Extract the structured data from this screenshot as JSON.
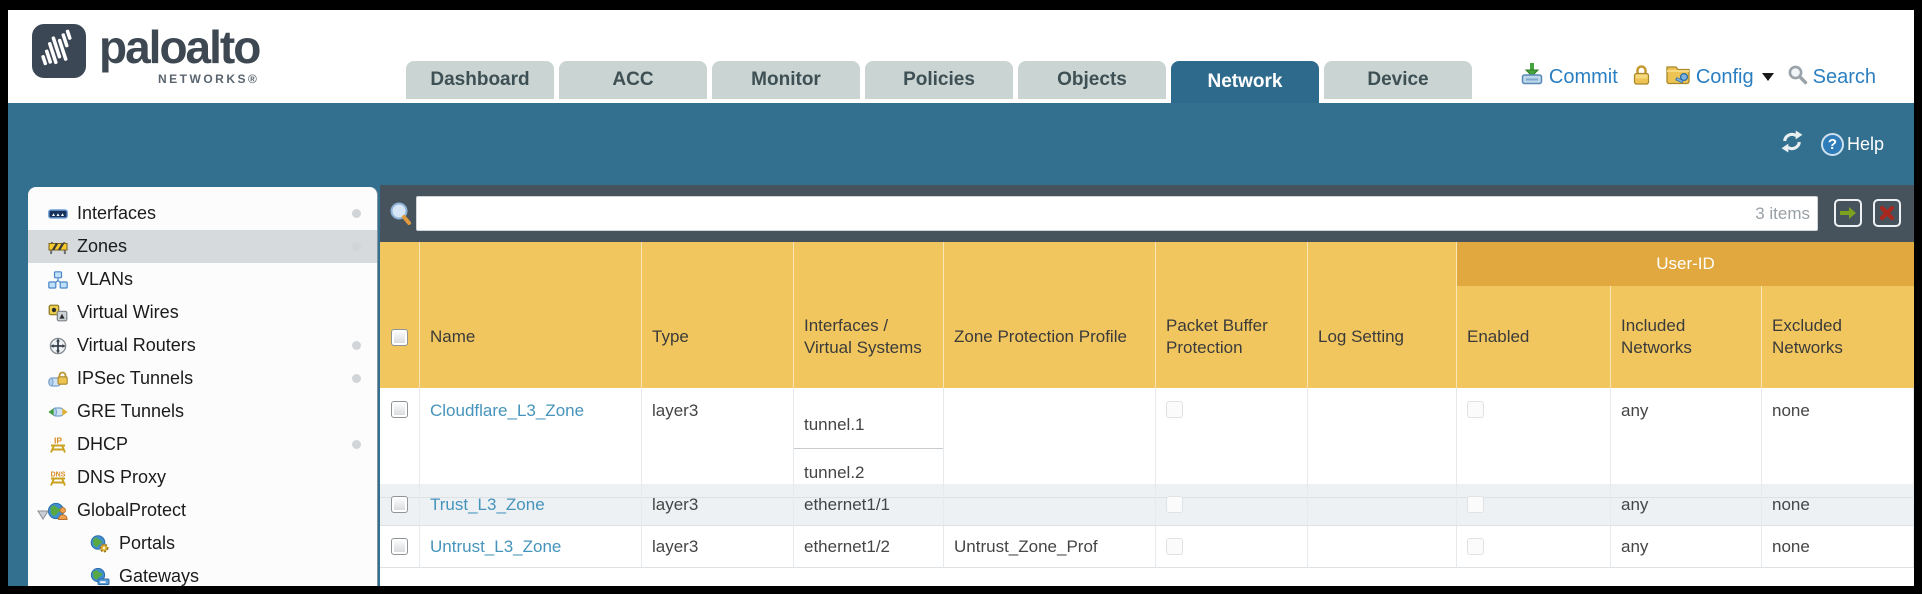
{
  "header": {
    "logo": {
      "brand": "paloalto",
      "sub": "NETWORKS®"
    },
    "tabs": [
      {
        "label": "Dashboard",
        "active": false
      },
      {
        "label": "ACC",
        "active": false
      },
      {
        "label": "Monitor",
        "active": false
      },
      {
        "label": "Policies",
        "active": false
      },
      {
        "label": "Objects",
        "active": false
      },
      {
        "label": "Network",
        "active": true
      },
      {
        "label": "Device",
        "active": false
      }
    ],
    "actions": {
      "commit": "Commit",
      "config": "Config",
      "search": "Search"
    }
  },
  "toolbar": {
    "help_label": "Help",
    "help_glyph": "?"
  },
  "sidebar": {
    "items": [
      {
        "label": "Interfaces",
        "icon": "interfaces-icon",
        "selected": false,
        "dot": true
      },
      {
        "label": "Zones",
        "icon": "zones-icon",
        "selected": true,
        "dot": true
      },
      {
        "label": "VLANs",
        "icon": "vlans-icon",
        "selected": false,
        "dot": false
      },
      {
        "label": "Virtual Wires",
        "icon": "virtual-wires-icon",
        "selected": false,
        "dot": false
      },
      {
        "label": "Virtual Routers",
        "icon": "virtual-routers-icon",
        "selected": false,
        "dot": true
      },
      {
        "label": "IPSec Tunnels",
        "icon": "ipsec-tunnels-icon",
        "selected": false,
        "dot": true
      },
      {
        "label": "GRE Tunnels",
        "icon": "gre-tunnels-icon",
        "selected": false,
        "dot": false
      },
      {
        "label": "DHCP",
        "icon": "dhcp-icon",
        "selected": false,
        "dot": true
      },
      {
        "label": "DNS Proxy",
        "icon": "dns-proxy-icon",
        "selected": false,
        "dot": true
      },
      {
        "label": "GlobalProtect",
        "icon": "globalprotect-icon",
        "selected": false,
        "dot": false,
        "expanded": true
      },
      {
        "label": "Portals",
        "icon": "portals-icon",
        "selected": false,
        "dot": false,
        "child": true
      },
      {
        "label": "Gateways",
        "icon": "gateways-icon",
        "selected": false,
        "dot": false,
        "child": true
      }
    ]
  },
  "filter": {
    "input_value": "",
    "count_label": "3 items"
  },
  "table": {
    "group_header": "User-ID",
    "columns": [
      "",
      "Name",
      "Type",
      "Interfaces / Virtual Systems",
      "Zone Protection Profile",
      "Packet Buffer Protection",
      "Log Setting",
      "Enabled",
      "Included Networks",
      "Excluded Networks"
    ],
    "rows": [
      {
        "name": "Cloudflare_L3_Zone",
        "type": "layer3",
        "interfaces": [
          "tunnel.1",
          "tunnel.2"
        ],
        "zone_protection_profile": "",
        "log_setting": "",
        "included_networks": "any",
        "excluded_networks": "none"
      },
      {
        "name": "Trust_L3_Zone",
        "type": "layer3",
        "interfaces": [
          "ethernet1/1"
        ],
        "zone_protection_profile": "",
        "log_setting": "",
        "included_networks": "any",
        "excluded_networks": "none"
      },
      {
        "name": "Untrust_L3_Zone",
        "type": "layer3",
        "interfaces": [
          "ethernet1/2"
        ],
        "zone_protection_profile": "Untrust_Zone_Prof",
        "log_setting": "",
        "included_networks": "any",
        "excluded_networks": "none"
      }
    ]
  },
  "colors": {
    "teal": "#336f8e",
    "header_orange": "#f1c65e",
    "user_id_band": "#e0a83f",
    "filter_bar": "#47535c",
    "link": "#4694bb",
    "tab_inactive": "#c9d4d3",
    "action_blue": "#2b7fc0"
  }
}
